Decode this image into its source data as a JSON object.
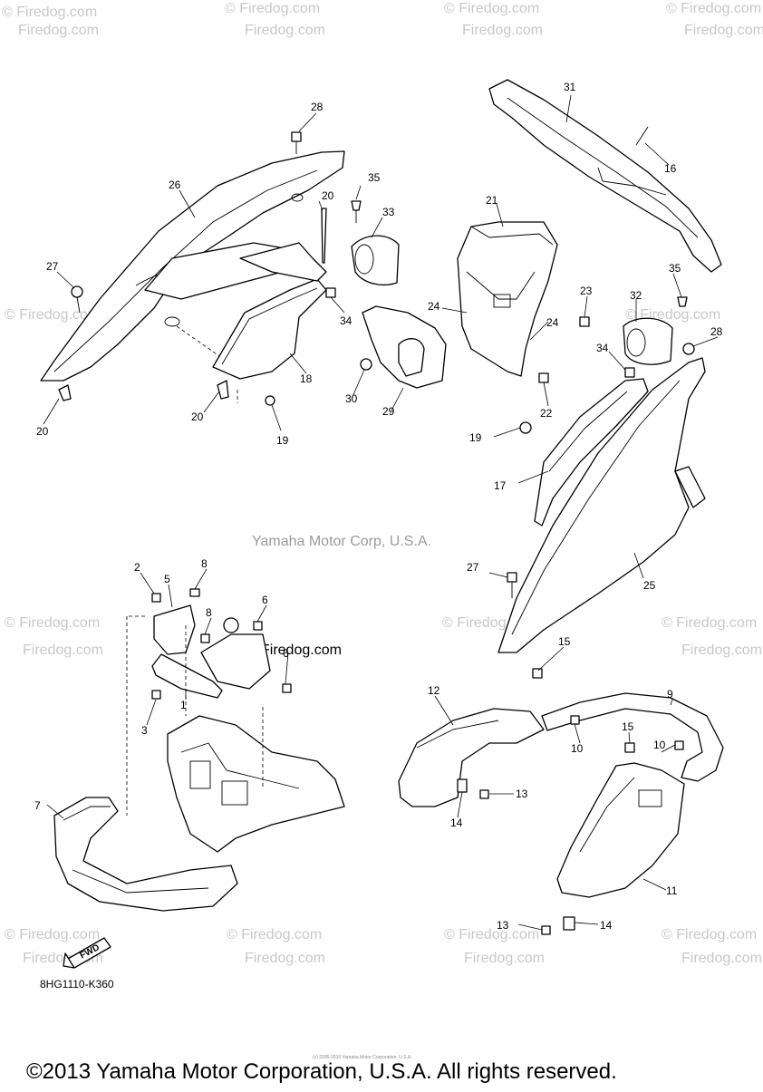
{
  "diagram": {
    "watermark": "© Firedog.com",
    "watermark_alt": "Firedog.com",
    "center_watermark": "Yamaha Motor Corp, U.S.A.",
    "reference_code": "8HG1110-K360",
    "fwd_label": "FWD",
    "footer_copyright": "©2013 Yamaha Motor Corporation, U.S.A. All rights reserved.",
    "footer_small": "(c) 2005-2016 Yamaha Motor Corporation, U.S.A.",
    "callouts": {
      "c1": "1",
      "c2": "2",
      "c3": "3",
      "c5": "5",
      "c6a": "6",
      "c6b": "6",
      "c7": "7",
      "c8a": "8",
      "c8b": "8",
      "c9": "9",
      "c10a": "10",
      "c10b": "10",
      "c11": "11",
      "c12": "12",
      "c13a": "13",
      "c13b": "13",
      "c14a": "14",
      "c14b": "14",
      "c15a": "15",
      "c15b": "15",
      "c16": "16",
      "c17": "17",
      "c18": "18",
      "c19a": "19",
      "c19b": "19",
      "c20a": "20",
      "c20b": "20",
      "c20c": "20",
      "c21": "21",
      "c22": "22",
      "c23": "23",
      "c24a": "24",
      "c24b": "24",
      "c25": "25",
      "c26": "26",
      "c27a": "27",
      "c27b": "27",
      "c28a": "28",
      "c28b": "28",
      "c29": "29",
      "c30": "30",
      "c31": "31",
      "c32": "32",
      "c33": "33",
      "c34a": "34",
      "c34b": "34",
      "c35a": "35",
      "c35b": "35"
    }
  }
}
